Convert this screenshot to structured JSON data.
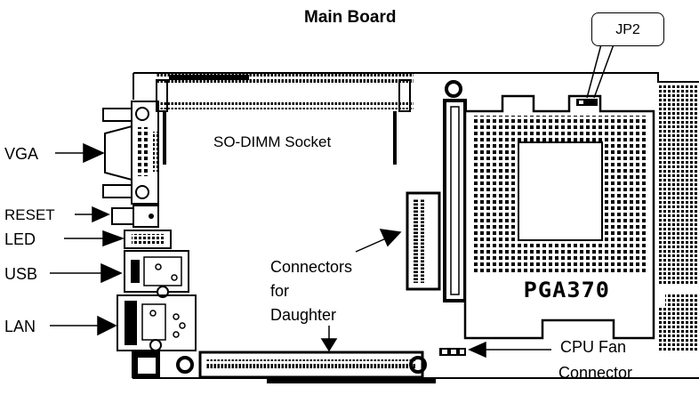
{
  "title": "Main Board",
  "callout": {
    "jp2": "JP2"
  },
  "labels": {
    "vga": "VGA",
    "reset": "RESET",
    "led": "LED",
    "usb": "USB",
    "lan": "LAN",
    "sodimm": "SO-DIMM Socket",
    "connectors_line1": "Connectors",
    "connectors_line2": "for",
    "connectors_line3": "Daughter",
    "cpufan_line1": "CPU Fan",
    "cpufan_line2": "Connector",
    "pga": "PGA370"
  }
}
